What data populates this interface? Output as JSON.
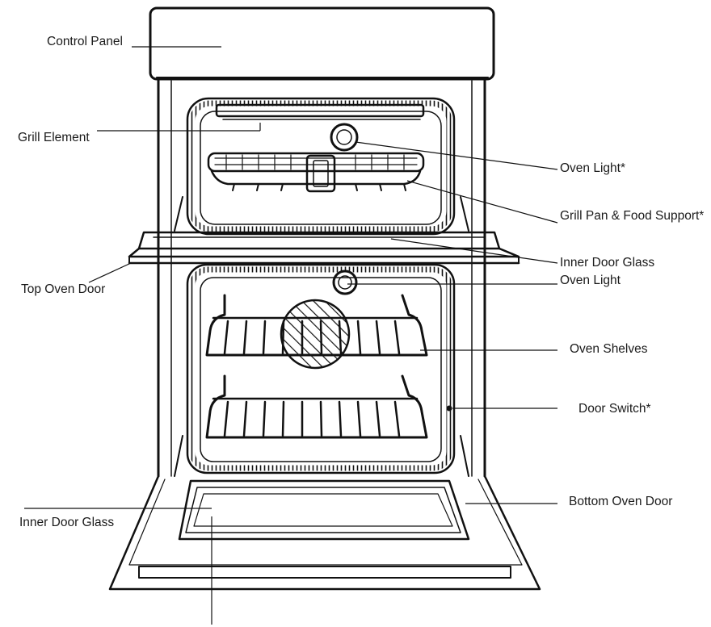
{
  "labels": {
    "control_panel": "Control Panel",
    "grill_element": "Grill Element",
    "oven_light_top": "Oven Light*",
    "grill_pan": "Grill Pan & Food Support*",
    "inner_door_glass_top": "Inner Door Glass",
    "oven_light_bottom": "Oven Light",
    "top_oven_door": "Top Oven Door",
    "oven_shelves": "Oven Shelves",
    "door_switch": "Door Switch*",
    "bottom_oven_door": "Bottom Oven Door",
    "inner_door_glass_bottom": "Inner Door Glass"
  }
}
